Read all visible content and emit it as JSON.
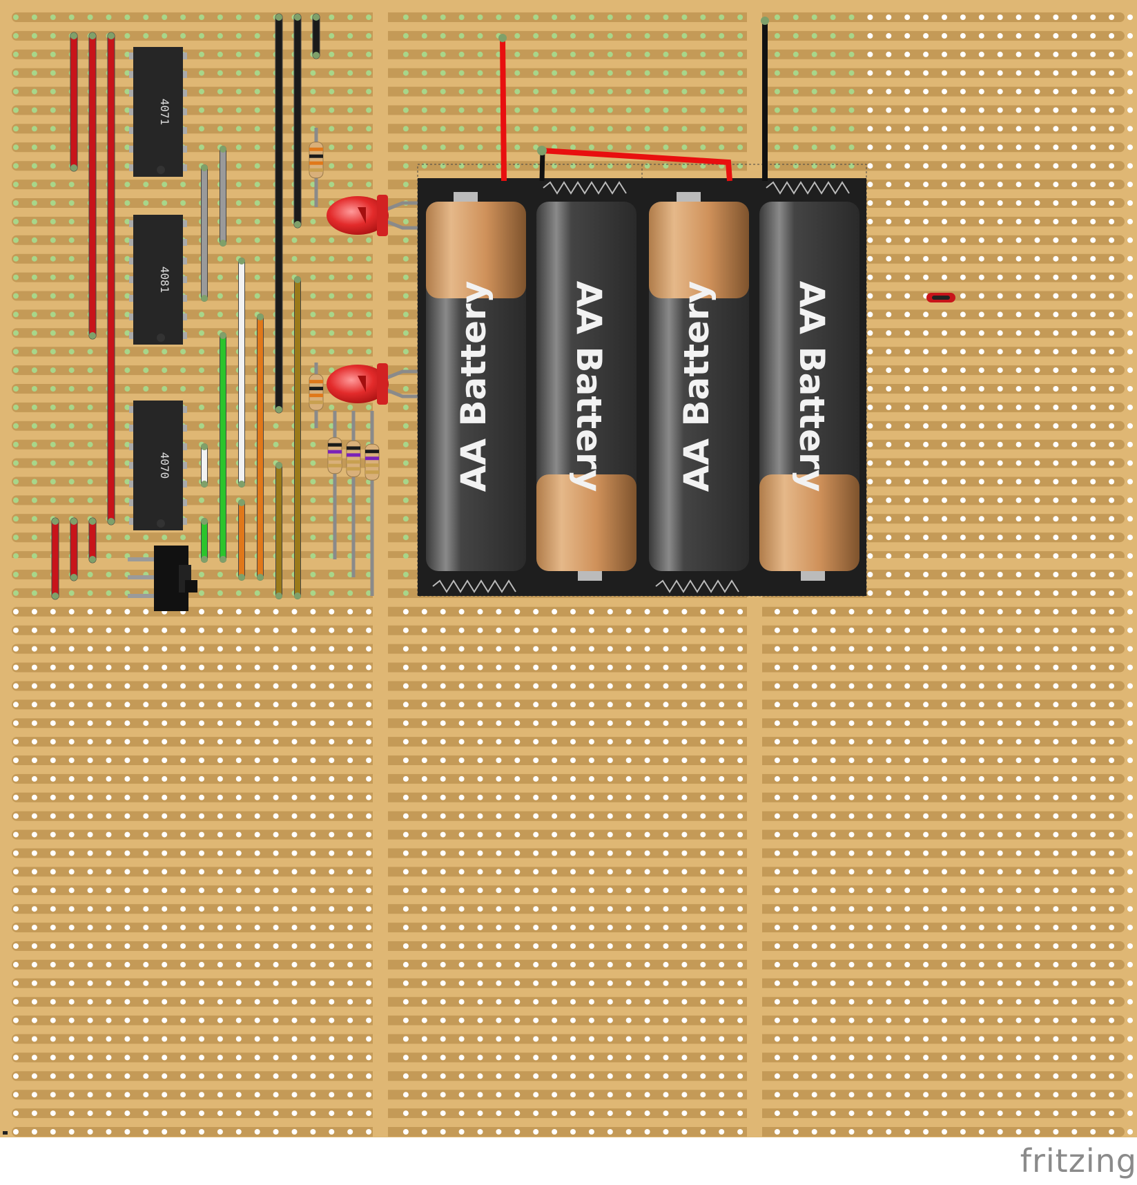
{
  "ics": [
    {
      "id": "ic1",
      "label": "4071"
    },
    {
      "id": "ic2",
      "label": "4081"
    },
    {
      "id": "ic3",
      "label": "4070"
    }
  ],
  "batteries": [
    {
      "label": "AA Battery",
      "orientation": "up"
    },
    {
      "label": "AA Battery",
      "orientation": "down"
    },
    {
      "label": "AA Battery",
      "orientation": "up"
    },
    {
      "label": "AA Battery",
      "orientation": "down"
    }
  ],
  "colors": {
    "board": "#dfb774",
    "strip": "#c49a57",
    "hole_active": "#a8d68a",
    "wire_red": "#c8141a",
    "wire_black": "#1a1a1a",
    "wire_grey": "#9a9a9a",
    "wire_green": "#2cc42c",
    "wire_white": "#f2f2f2",
    "wire_orange": "#e0781a",
    "wire_olive": "#9a7a1a",
    "led_red": "#e32b2b"
  },
  "icons": {
    "led": "led-icon",
    "resistor": "resistor-icon",
    "switch": "slide-switch-icon"
  },
  "footer": {
    "logo_text": "fritzing"
  }
}
